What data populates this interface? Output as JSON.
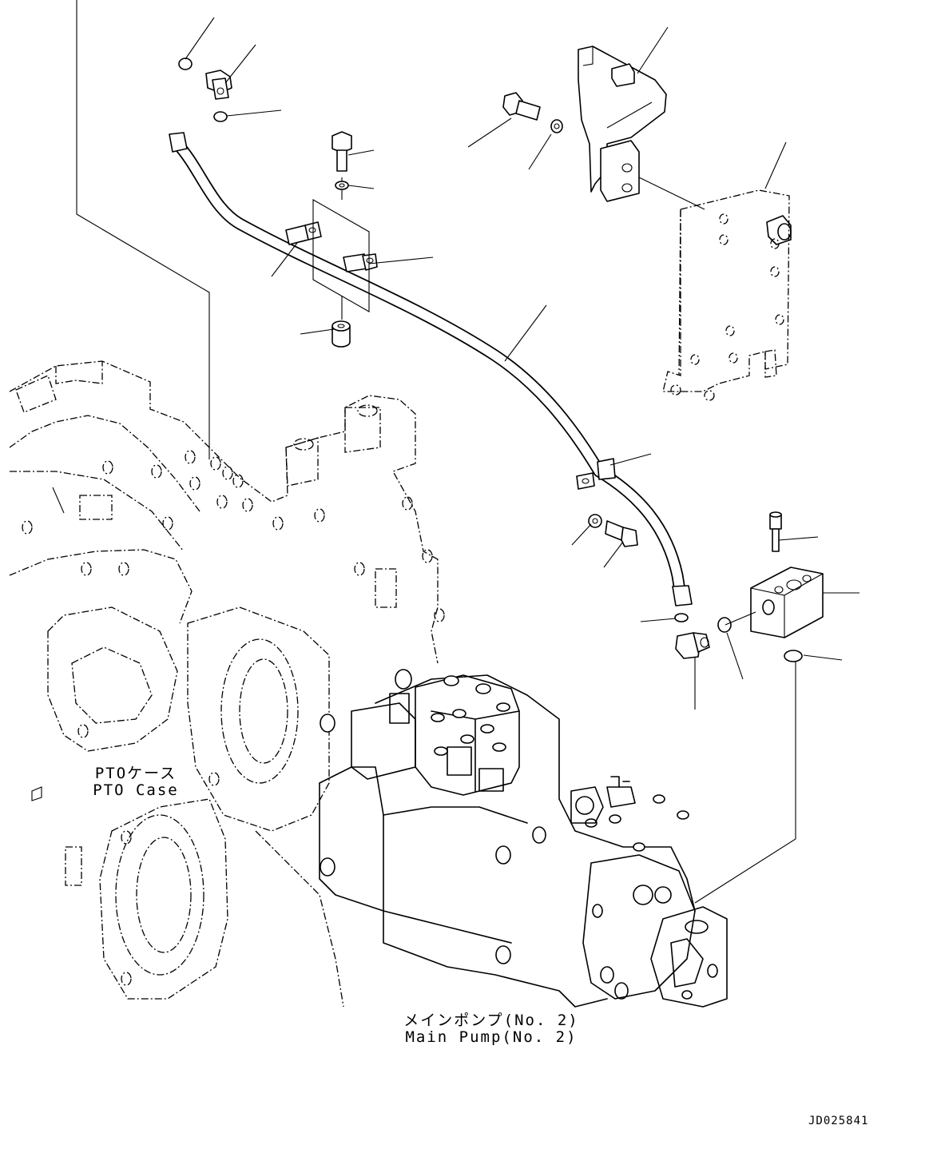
{
  "labels": {
    "pto_case_jp": "PTOケース",
    "pto_case_en": "PTO Case",
    "main_pump_jp": "メインポンプ(No. 2)",
    "main_pump_en": "Main Pump(No. 2)",
    "drawing_id": "JD025841"
  },
  "colors": {
    "ink": "#000000",
    "paper": "#ffffff"
  }
}
